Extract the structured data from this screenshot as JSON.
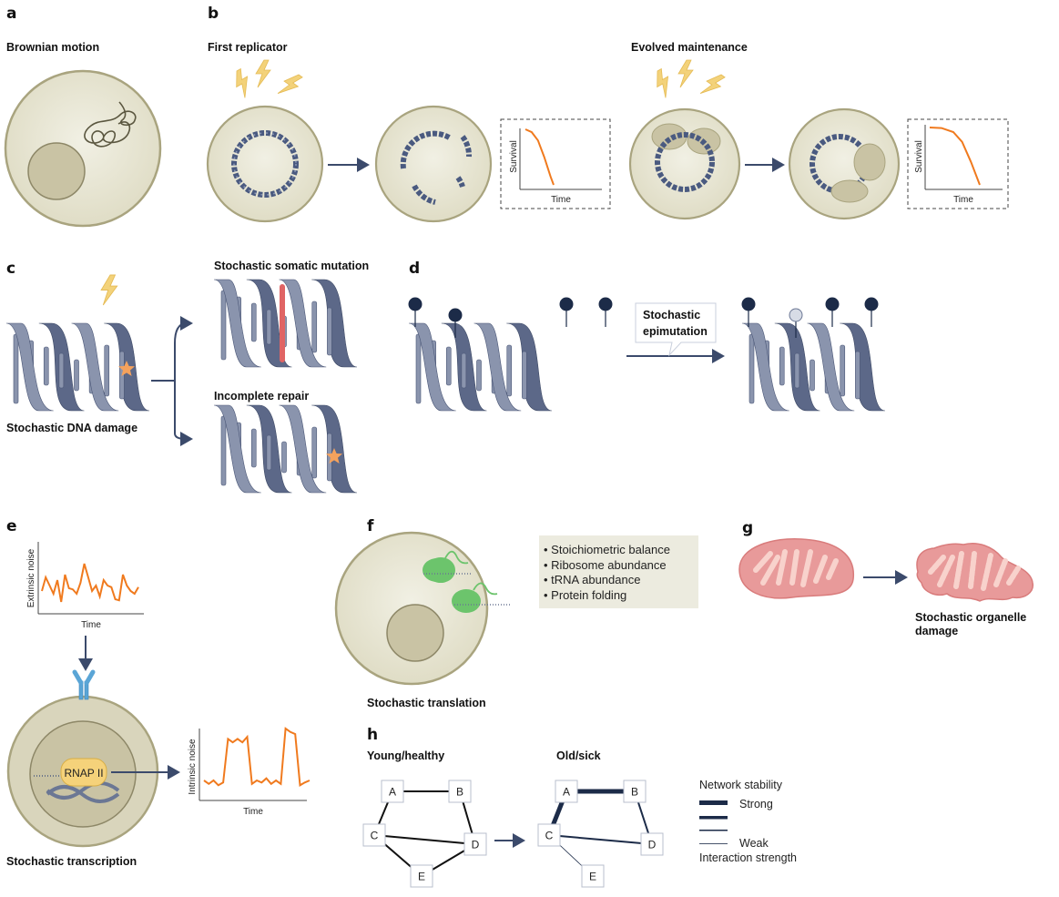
{
  "colors": {
    "cell_fill": "#e9e7d6",
    "cell_stroke": "#a9a47f",
    "nucleus_fill": "#c9c3a4",
    "nucleus_stroke": "#8d8767",
    "dna": "#4a5a80",
    "ribbon": "#8a94ad",
    "ribbon_dark": "#5c6888",
    "arrow": "#3b4a6b",
    "lightning": "#f3d27a",
    "star": "#f5a25d",
    "mutation": "#e06464",
    "noise_line": "#f07a1e",
    "methyl": "#1c2b48",
    "methyl_empty": "#d7dce6",
    "ribosome": "#6cc46c",
    "receptor": "#5aa5d6",
    "rnap": "#f5d27a",
    "mito_outer": "#e89a9a",
    "mito_inner": "#f8d2cc",
    "list_bg": "#ecebdf",
    "network_edge": "#1c2b48"
  },
  "panels": {
    "a": {
      "letter": "a",
      "title": "Brownian motion"
    },
    "b": {
      "letter": "b",
      "title_first": "First replicator",
      "title_evolved": "Evolved maintenance",
      "plot_ylabel": "Survival",
      "plot_xlabel": "Time"
    },
    "c": {
      "letter": "c",
      "caption": "Stochastic DNA damage",
      "branch_top": "Stochastic somatic mutation",
      "branch_bottom": "Incomplete repair"
    },
    "d": {
      "letter": "d",
      "callout_line1": "Stochastic",
      "callout_line2": "epimutation"
    },
    "e": {
      "letter": "e",
      "extrinsic_ylabel": "Extrinsic noise",
      "intrinsic_ylabel": "Intrinsic noise",
      "xlabel": "Time",
      "rnap_label": "RNAP II",
      "caption": "Stochastic transcription"
    },
    "f": {
      "letter": "f",
      "caption": "Stochastic translation",
      "list": [
        "• Stoichiometric balance",
        "• Ribosome abundance",
        "• tRNA abundance",
        "• Protein folding"
      ]
    },
    "g": {
      "letter": "g",
      "caption_line1": "Stochastic organelle",
      "caption_line2": "damage"
    },
    "h": {
      "letter": "h",
      "young_title": "Young/healthy",
      "old_title": "Old/sick",
      "nodes": [
        "A",
        "B",
        "C",
        "D",
        "E"
      ],
      "legend_title": "Network stability",
      "legend_strong": "Strong",
      "legend_weak": "Weak",
      "legend_footer": "Interaction strength"
    }
  },
  "chart_data": [
    {
      "type": "line",
      "title": "First replicator survival",
      "xlabel": "Time",
      "ylabel": "Survival",
      "x": [
        0,
        0.1,
        0.2,
        0.3,
        0.4,
        0.45
      ],
      "y": [
        1.0,
        0.95,
        0.8,
        0.5,
        0.15,
        0.0
      ]
    },
    {
      "type": "line",
      "title": "Evolved maintenance survival",
      "xlabel": "Time",
      "ylabel": "Survival",
      "x": [
        0,
        0.2,
        0.4,
        0.55,
        0.7,
        0.85
      ],
      "y": [
        1.0,
        0.99,
        0.92,
        0.75,
        0.4,
        0.0
      ]
    },
    {
      "type": "line",
      "title": "Extrinsic noise",
      "xlabel": "Time",
      "ylabel": "Extrinsic noise",
      "x": [
        0,
        1,
        2,
        3,
        4,
        5,
        6,
        7,
        8,
        9,
        10,
        11,
        12,
        13,
        14,
        15,
        16,
        17,
        18,
        19,
        20,
        21,
        22,
        23,
        24,
        25
      ],
      "y": [
        0.35,
        0.6,
        0.45,
        0.3,
        0.55,
        0.15,
        0.65,
        0.4,
        0.38,
        0.3,
        0.5,
        0.85,
        0.6,
        0.35,
        0.45,
        0.25,
        0.55,
        0.45,
        0.42,
        0.2,
        0.18,
        0.65,
        0.45,
        0.35,
        0.3,
        0.42
      ]
    },
    {
      "type": "line",
      "title": "Intrinsic noise",
      "xlabel": "Time",
      "ylabel": "Intrinsic noise",
      "x": [
        0,
        1,
        2,
        3,
        4,
        5,
        6,
        7,
        8,
        9,
        10,
        11,
        12,
        13,
        14,
        15,
        16,
        17,
        18,
        19,
        20,
        21,
        22
      ],
      "y": [
        0.25,
        0.2,
        0.25,
        0.18,
        0.22,
        0.85,
        0.8,
        0.85,
        0.8,
        0.88,
        0.2,
        0.25,
        0.22,
        0.28,
        0.2,
        0.25,
        0.2,
        1.0,
        0.95,
        0.92,
        0.18,
        0.22,
        0.25
      ]
    },
    {
      "type": "network",
      "title": "Young/healthy",
      "edges": [
        {
          "from": "A",
          "to": "B",
          "strength": 2
        },
        {
          "from": "A",
          "to": "C",
          "strength": 2
        },
        {
          "from": "B",
          "to": "D",
          "strength": 2
        },
        {
          "from": "C",
          "to": "D",
          "strength": 2
        },
        {
          "from": "C",
          "to": "E",
          "strength": 2
        },
        {
          "from": "E",
          "to": "D",
          "strength": 2
        }
      ]
    },
    {
      "type": "network",
      "title": "Old/sick",
      "edges": [
        {
          "from": "A",
          "to": "B",
          "strength": 4
        },
        {
          "from": "A",
          "to": "C",
          "strength": 4
        },
        {
          "from": "B",
          "to": "D",
          "strength": 2
        },
        {
          "from": "C",
          "to": "D",
          "strength": 2
        },
        {
          "from": "C",
          "to": "E",
          "strength": 1
        }
      ]
    }
  ]
}
